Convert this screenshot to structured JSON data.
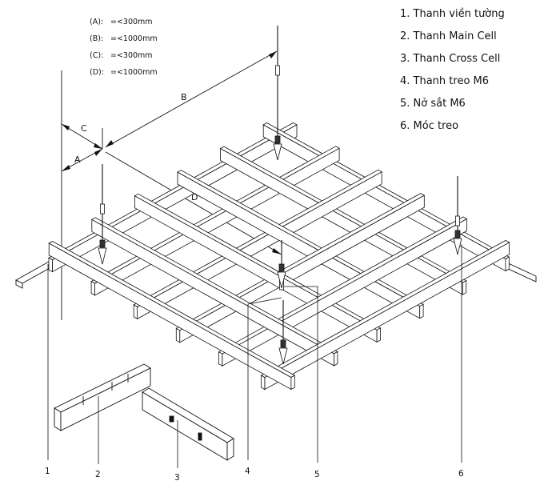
{
  "dimensions": [
    {
      "label": "(A):",
      "value": "=<300mm"
    },
    {
      "label": "(B):",
      "value": "=<1000mm"
    },
    {
      "label": "(C):",
      "value": "=<300mm"
    },
    {
      "label": "(D):",
      "value": "=<1000mm"
    }
  ],
  "legend": [
    "1. Thanh viền tường",
    "2. Thanh Main Cell",
    "3. Thanh Cross Cell",
    "4. Thanh treo M6",
    "5. Nở sắt M6",
    "6. Móc treo"
  ],
  "dimension_letters": {
    "a": "A",
    "b": "B",
    "c": "C",
    "d": "D"
  },
  "part_numbers": [
    "1",
    "2",
    "3",
    "4",
    "5",
    "6"
  ]
}
